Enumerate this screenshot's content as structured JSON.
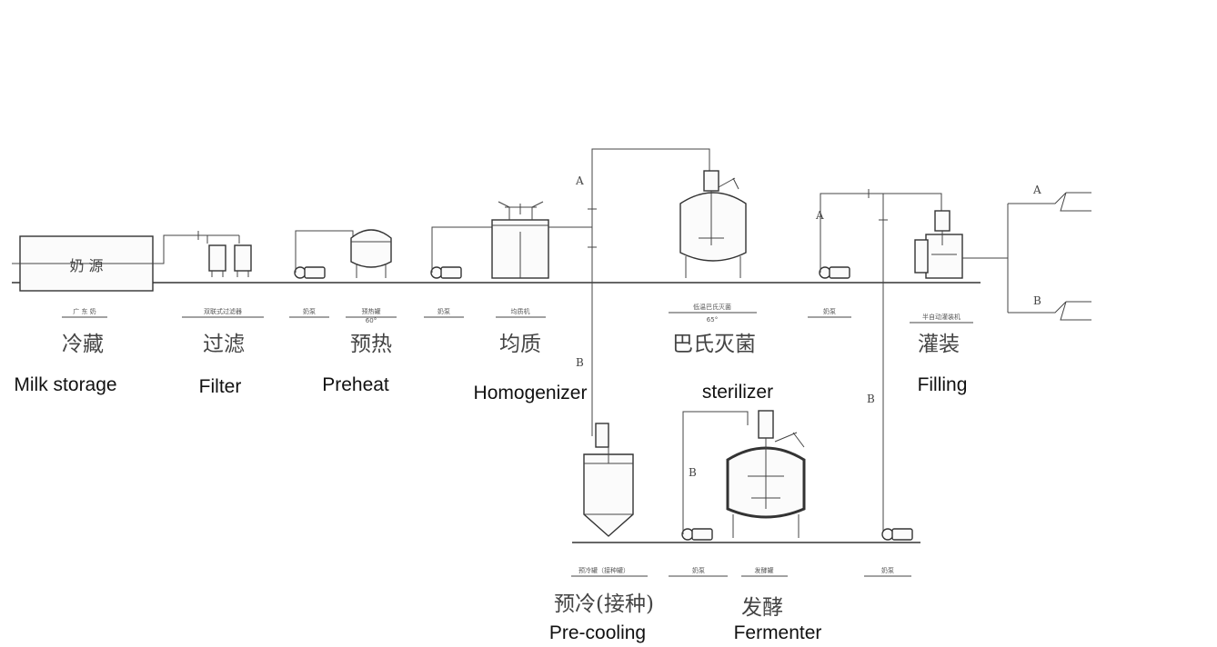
{
  "stations": [
    {
      "cn": "冷藏",
      "en": "Milk storage",
      "tank": "奶 源",
      "sub": "广 东 奶"
    },
    {
      "cn": "过滤",
      "en": "Filter",
      "sub": "双联式过滤器"
    },
    {
      "cn": "预热",
      "en": "Preheat",
      "sub": "预热罐"
    },
    {
      "cn": "均质",
      "en": "Homogenizer",
      "sub": "均质机"
    },
    {
      "cn": "巴氏灭菌",
      "en": "sterilizer",
      "sub": "低温巴氏灭菌"
    },
    {
      "cn": "灌装",
      "en": "Filling",
      "sub": "半自动灌装机"
    },
    {
      "cn": "预冷(接种)",
      "en": "Pre-cooling",
      "sub": "预冷罐（接种罐）"
    },
    {
      "cn": "发酵",
      "en": "Fermenter",
      "sub": "发酵罐"
    }
  ],
  "pump_labels": [
    "奶泵",
    "奶泵",
    "奶泵",
    "奶泵",
    "奶泵"
  ],
  "temps": [
    "60°",
    "65°"
  ],
  "line_letters": {
    "a": "A",
    "b": "B"
  }
}
